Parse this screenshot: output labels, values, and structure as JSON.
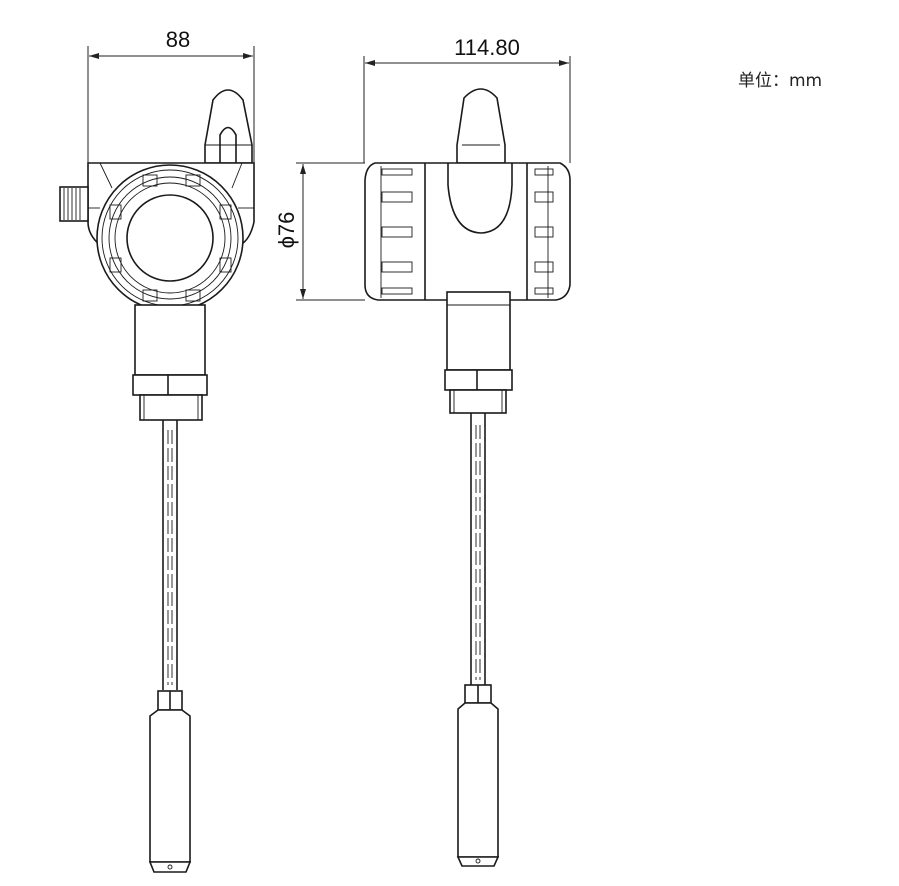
{
  "title": "Radar/level transmitter dimension drawing",
  "unit_label": "单位：mm",
  "dimensions": {
    "front_width": "88",
    "side_width": "114.80",
    "housing_diameter": "ϕ76"
  },
  "colors": {
    "line": "#1a1a1a",
    "background": "#ffffff"
  }
}
